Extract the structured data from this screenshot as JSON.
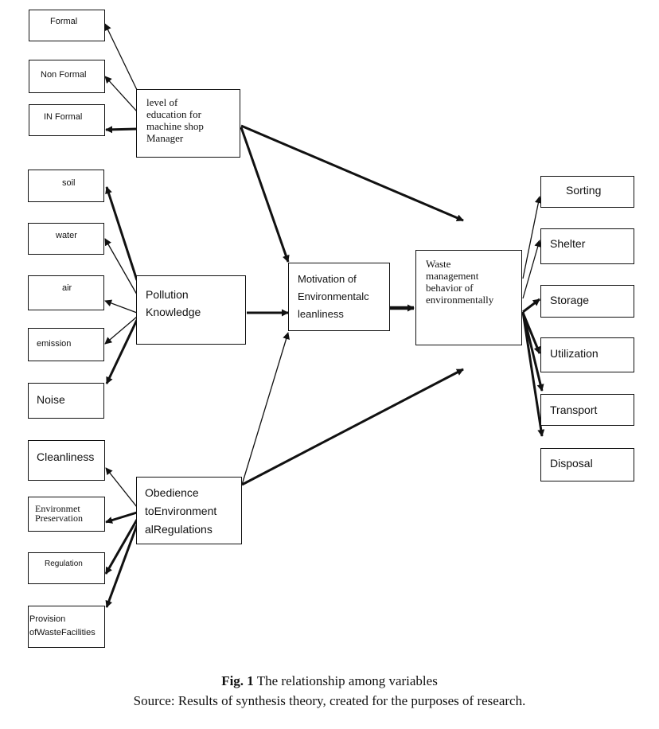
{
  "nodes": {
    "formal": "Formal",
    "non_formal": "Non Formal",
    "in_formal": "IN Formal",
    "education": "level of\neducation for\nmachine shop\nManager",
    "soil": "soil",
    "water": "water",
    "air": "air",
    "emission": "emission",
    "noise": "Noise",
    "pollution": "Pollution\nKnowledge",
    "cleanliness": "Cleanliness",
    "preservation": "Environmet\nPreservation",
    "regulation": "Regulation",
    "facilities": "Provision\nofWasteFacilities",
    "obedience": "Obedience\ntoEnvironment\nalRegulations",
    "motivation": "Motivation of\nEnvironmentalc\nleanliness",
    "waste_behavior": "Waste\nmanagement\nbehavior of\nenvironmentally",
    "sorting": "Sorting",
    "shelter": "Shelter",
    "storage": "Storage",
    "utilization": "Utilization",
    "transport": "Transport",
    "disposal": "Disposal"
  },
  "caption": {
    "fig_label": "Fig. 1",
    "fig_title": " The relationship among variables",
    "source": "Source: Results of synthesis theory, created for the purposes of research."
  }
}
